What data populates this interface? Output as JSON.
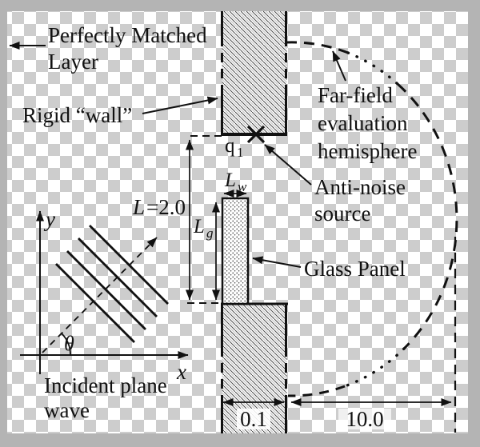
{
  "figure": {
    "type": "acoustic-simulation-setup-diagram",
    "labels": {
      "pml": [
        "Perfectly Matched",
        "Layer"
      ],
      "rigid_wall": "Rigid “wall”",
      "far_field": [
        "Far-field",
        "evaluation",
        "hemisphere"
      ],
      "anti_noise": [
        "Anti-noise",
        "source"
      ],
      "glass_panel": "Glass Panel",
      "incident_wave": [
        "Incident plane",
        "wave"
      ],
      "length_L_base": "L",
      "length_L_value": "=2.0",
      "wall_width_base": "L",
      "wall_width_sub": "w",
      "glass_height_base": "L",
      "glass_height_sub": "g",
      "source_base": "q",
      "source_sub": "1",
      "theta": "θ",
      "axis_x": "x",
      "axis_y": "y",
      "dim_wall_thickness": "0.1",
      "dim_hemisphere_radius": "10.0"
    },
    "colors": {
      "ink": "#111111",
      "checker_light": "#ffffff",
      "checker_dark": "#cdcdcd",
      "frame_gray": "#b4b4b4",
      "shape_fill": "#f8f8f8"
    }
  }
}
